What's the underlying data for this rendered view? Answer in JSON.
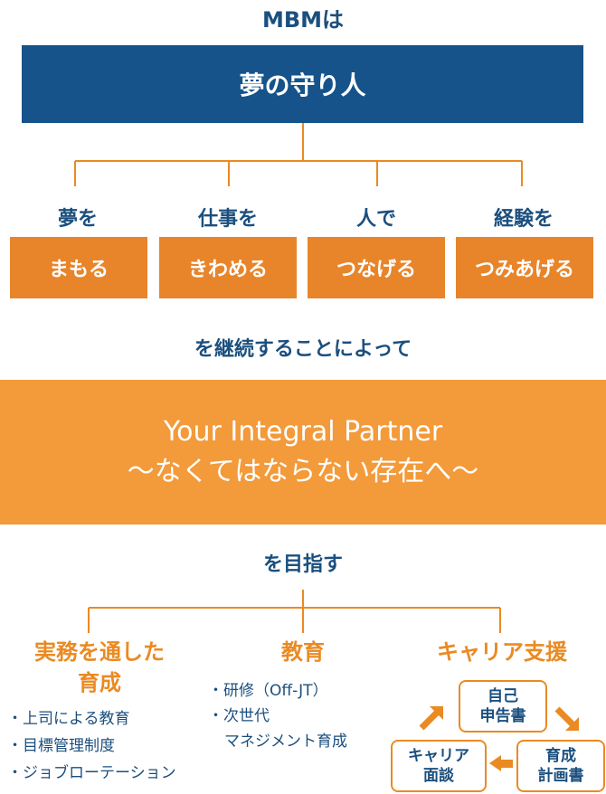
{
  "title": "MBMは",
  "top_box": "夢の守り人",
  "pillars": [
    {
      "label": "夢を",
      "box": "まもる"
    },
    {
      "label": "仕事を",
      "box": "きわめる"
    },
    {
      "label": "人で",
      "box": "つなげる"
    },
    {
      "label": "経験を",
      "box": "つみあげる"
    }
  ],
  "continue_text": "を継続することによって",
  "vision": {
    "line1": "Your Integral Partner",
    "line2": "〜なくてはならない存在へ〜"
  },
  "goal_text": "を目指す",
  "branches": {
    "left": {
      "heading_line1": "実務を通した",
      "heading_line2": "育成",
      "items": [
        "・上司による教育",
        "・目標管理制度",
        "・ジョブローテーション"
      ]
    },
    "middle": {
      "heading": "教育",
      "items": [
        "・研修（Off-JT）",
        "・次世代",
        "マネジメント育成"
      ]
    },
    "right": {
      "heading": "キャリア支援",
      "cycle": {
        "top_line1": "自己",
        "top_line2": "申告書",
        "right_line1": "育成",
        "right_line2": "計画書",
        "left_line1": "キャリア",
        "left_line2": "面談"
      }
    }
  },
  "colors": {
    "navy": "#16538a",
    "orange": "#e8852a",
    "light_orange": "#f39a3a",
    "text_navy": "#1b4f7e"
  }
}
